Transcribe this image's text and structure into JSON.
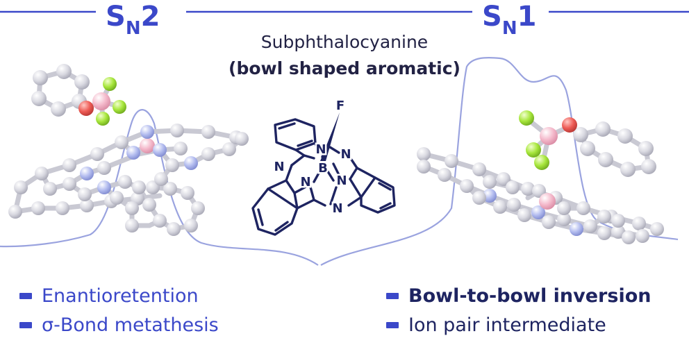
{
  "colors": {
    "accent_blue": "#3b48c9",
    "curve_blue": "#9aa3df",
    "navy": "#1e2461",
    "atom_gray": "#d6d6de",
    "atom_nitrogen": "#aab4ec",
    "atom_boron": "#f3b6c9",
    "atom_oxygen": "#ee5c56",
    "atom_fluorine": "#a7e63c"
  },
  "headings": {
    "left": {
      "main": "S",
      "sub": "N",
      "suffix": "2"
    },
    "right": {
      "main": "S",
      "sub": "N",
      "suffix": "1"
    }
  },
  "title": {
    "line1": "Subphthalocyanine",
    "line2": "(bowl shaped aromatic)"
  },
  "structure": {
    "labels": {
      "fluorine": "F",
      "boron": "B",
      "n1": "N",
      "n2": "N",
      "n3": "N",
      "n4": "N",
      "n5": "N",
      "n6": "N"
    }
  },
  "left_bullets": [
    "Enantioretention",
    "σ-Bond metathesis"
  ],
  "right_bullets": [
    "Bowl-to-bowl inversion",
    "Ion pair intermediate"
  ]
}
